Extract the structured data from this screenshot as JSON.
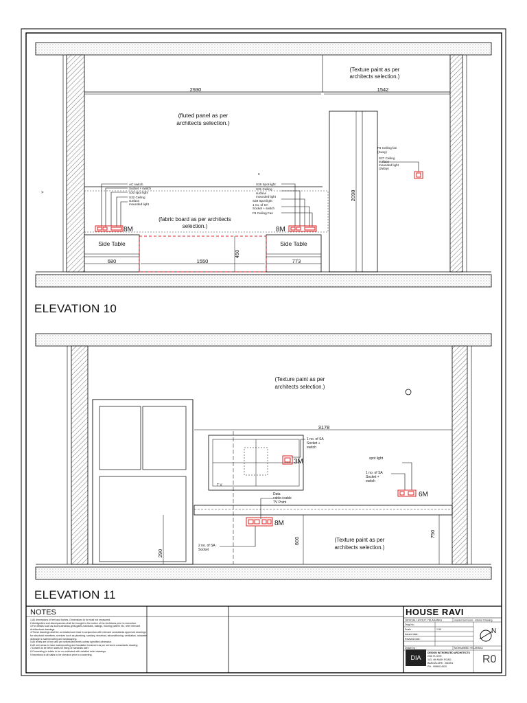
{
  "elevation10": {
    "title": "ELEVATION 10",
    "dims": {
      "d2930": "2930",
      "d1542": "1542",
      "d2098": "2098",
      "d680": "680",
      "d1550": "1550",
      "d773": "773",
      "d450": "450"
    },
    "notes": {
      "texture": [
        "(Texture paint as per",
        "architects selection.)"
      ],
      "fluted": [
        "(fluted panel as per",
        "architects selection.)"
      ],
      "fabric": [
        "(fabric board as per architects",
        "selection.)"
      ],
      "fan_right": [
        "F6 Ceiling fan",
        "(2way)",
        "S27 Ceiling",
        "surface",
        "mounded light",
        "(2Way)"
      ],
      "left_lines": [
        "AC switch",
        "Socket + switch",
        "S30 spot light",
        "S32 Ceiling",
        "surface",
        "mounded light"
      ],
      "right_lines": [
        "S28 Spot light",
        "S31 Ceiling",
        "surface",
        "mounded light",
        "S29 Spot light",
        "1 no. of SA",
        "Socket + switch",
        "F6 Ceiling Fan"
      ],
      "marker_s": "s",
      "marker_v": ">"
    },
    "side_table_left": "Side Table",
    "side_table_right": "Side Table",
    "module_left": "8M",
    "module_right": "8M"
  },
  "elevation11": {
    "title": "ELEVATION 11",
    "dims": {
      "d3178": "3178",
      "d600": "600",
      "d750": "750",
      "d290": "290"
    },
    "notes": {
      "texture_top": [
        "(Texture paint as per",
        "architects selection.)"
      ],
      "texture_bottom": [
        "(Texture paint as per",
        "architects selection.)"
      ],
      "sa_switch_1": [
        "1 no. of SA",
        "Socket +",
        "switch"
      ],
      "spot_light": "spot light",
      "sa_switch_2": [
        "1 no. of SA",
        "Socket +",
        "switch"
      ],
      "data_tv": [
        "Data",
        "cable+cable",
        "TV Point"
      ],
      "sa_socket": [
        "2 no. of SA",
        "Socket"
      ],
      "tv": "T V"
    },
    "module_3m": "3M",
    "module_6m": "6M",
    "module_8m": "8M"
  },
  "title_block": {
    "notes_heading": "NOTES",
    "notes": [
      "1.All dimensions in feet and inches. Dimensions to be read not measured.",
      "2.Ambiguities and discrepancies shall be brought to the notice of the Architects prior to execution.",
      "3.For details such as doors,windows,grills,gates,handrails, railings, flooring pattern etc. refer relevant Architectural drawings.",
      "4.These drawings shall be correlated and read in conjunction with relevant consultants approved drawings for structural members, services such as plumbing, sanitary, electrical, airconditioning, ventilation, rainwater drainage & waterproofing and landscaping.",
      "5.All levels are in mm and are unfinished levels unless specified otherwise.",
      "6.All wet areas to have waterproofing and insulation treatment as per services consultants drawing.",
      "7.Dowels to be left in slabs for fixing of handrails later.",
      "8.Concealing in toilets to be co-ordinated with detailed toilet drawings.",
      "9.Insertions in all slabs to be checked prior to concreting."
    ],
    "project": "HOUSE RAVI",
    "location": "JUDICIAL LAYOUT, YELAHANKA",
    "drawing_title": "master bed room - interior Drawing",
    "rows": [
      "Dwg No.:",
      "Scale :",
      "Issued date :",
      "Revised Date :",
      "Drawn by :"
    ],
    "scale_value": "1:50",
    "drawn_by_value": "MOHAMMED YELAHAKA",
    "logo": "DIA",
    "firm": [
      "DESIGN INTEGRATED ARCHITECTS",
      "2ND FLOOR ,",
      "143, 4th MAIN ROAD,",
      "BANGALORE - 560001",
      "PH : 9986014920"
    ],
    "north": "N",
    "revision": "R0"
  }
}
